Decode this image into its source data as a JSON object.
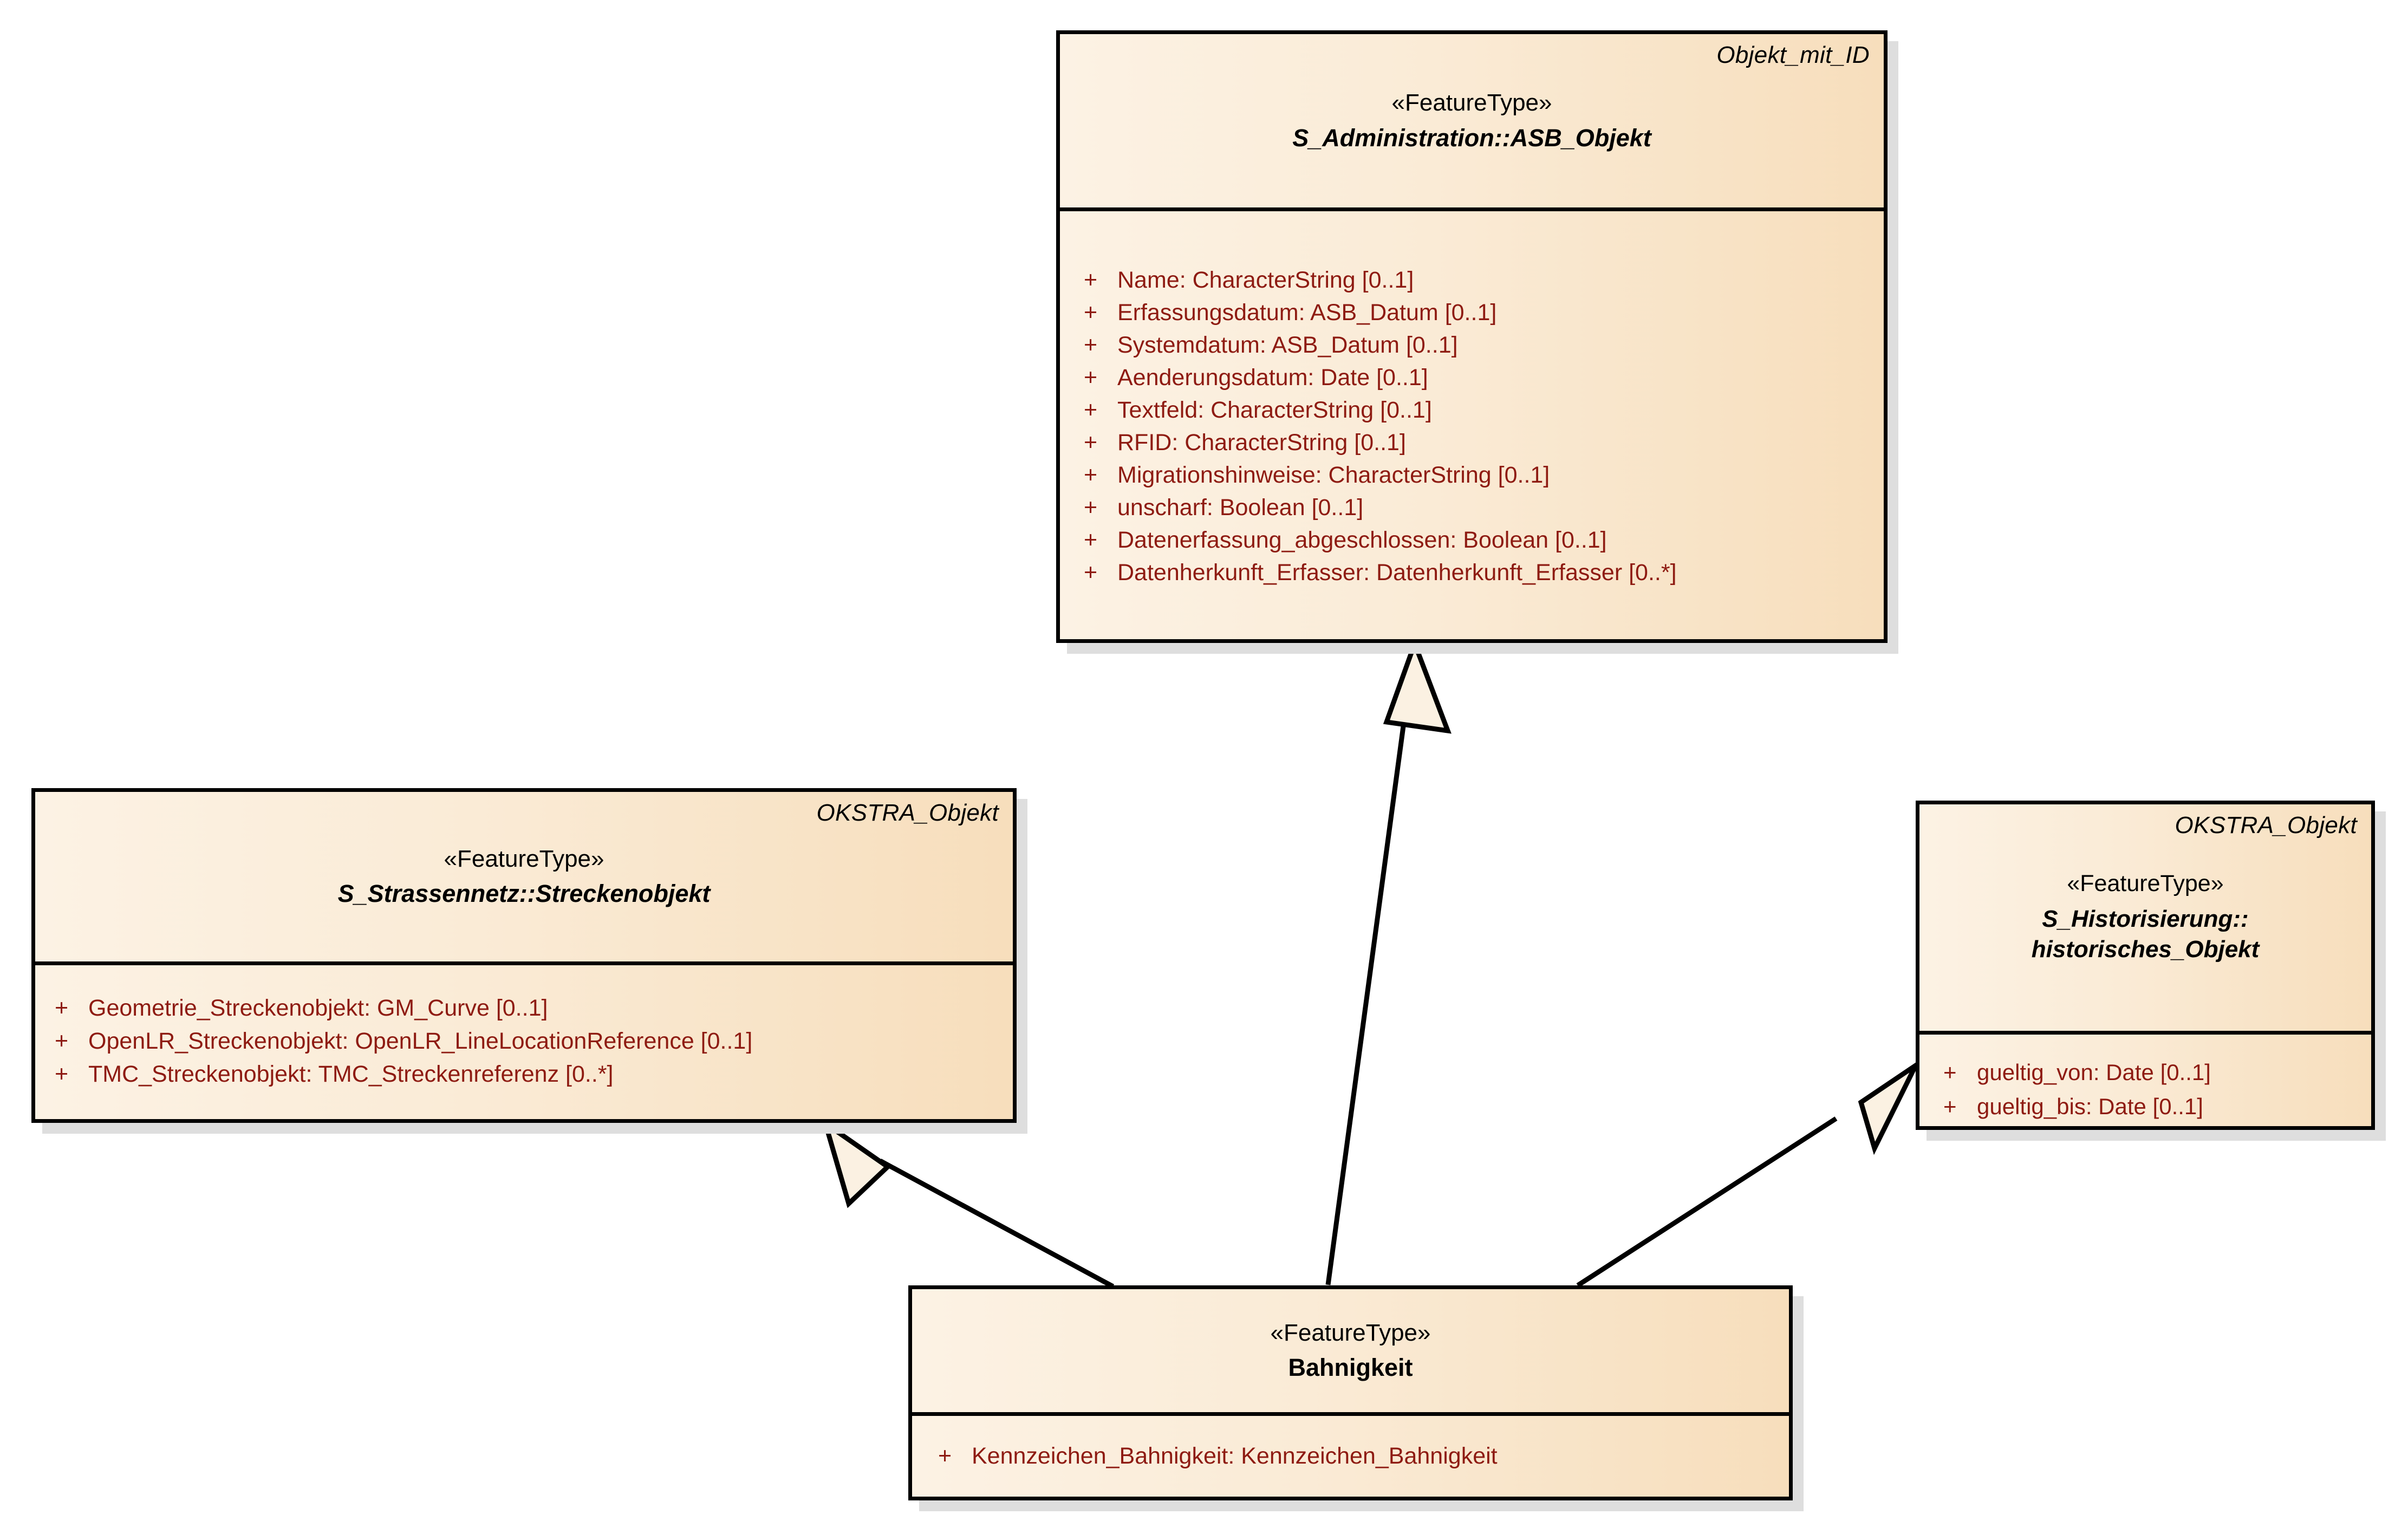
{
  "diagram": {
    "title": "Bahnigkeit - UML Klassendiagramm",
    "type": "uml-class-diagram",
    "notation": "UML generalization (hollow triangle)",
    "colors": {
      "fill_light": "#FCF2E4",
      "fill_dark": "#F7DEBC",
      "border": "#000000",
      "attribute_text": "#8E1B12",
      "class_text": "#000000",
      "shadow": "#DEDEDE",
      "background": "#FFFFFF"
    }
  },
  "classes": {
    "asb_objekt": {
      "package": "Objekt_mit_ID",
      "stereotype": "«FeatureType»",
      "name": "S_Administration::ASB_Objekt",
      "abstract": true,
      "attributes": [
        {
          "visibility": "+",
          "text": "Name: CharacterString [0..1]"
        },
        {
          "visibility": "+",
          "text": "Erfassungsdatum: ASB_Datum [0..1]"
        },
        {
          "visibility": "+",
          "text": "Systemdatum: ASB_Datum [0..1]"
        },
        {
          "visibility": "+",
          "text": "Aenderungsdatum: Date [0..1]"
        },
        {
          "visibility": "+",
          "text": "Textfeld: CharacterString [0..1]"
        },
        {
          "visibility": "+",
          "text": "RFID: CharacterString [0..1]"
        },
        {
          "visibility": "+",
          "text": "Migrationshinweise: CharacterString [0..1]"
        },
        {
          "visibility": "+",
          "text": "unscharf: Boolean [0..1]"
        },
        {
          "visibility": "+",
          "text": "Datenerfassung_abgeschlossen: Boolean [0..1]"
        },
        {
          "visibility": "+",
          "text": "Datenherkunft_Erfasser: Datenherkunft_Erfasser [0..*]"
        }
      ]
    },
    "streckenobjekt": {
      "package": "OKSTRA_Objekt",
      "stereotype": "«FeatureType»",
      "name": "S_Strassennetz::Streckenobjekt",
      "abstract": true,
      "attributes": [
        {
          "visibility": "+",
          "text": "Geometrie_Streckenobjekt: GM_Curve [0..1]"
        },
        {
          "visibility": "+",
          "text": "OpenLR_Streckenobjekt: OpenLR_LineLocationReference [0..1]"
        },
        {
          "visibility": "+",
          "text": "TMC_Streckenobjekt: TMC_Streckenreferenz [0..*]"
        }
      ]
    },
    "hist_objekt": {
      "package": "OKSTRA_Objekt",
      "stereotype": "«FeatureType»",
      "name_line1": "S_Historisierung::",
      "name_line2": "historisches_Objekt",
      "abstract": true,
      "attributes": [
        {
          "visibility": "+",
          "text": "gueltig_von: Date [0..1]"
        },
        {
          "visibility": "+",
          "text": "gueltig_bis: Date [0..1]"
        }
      ]
    },
    "bahnigkeit": {
      "package": "",
      "stereotype": "«FeatureType»",
      "name": "Bahnigkeit",
      "abstract": false,
      "attributes": [
        {
          "visibility": "+",
          "text": "Kennzeichen_Bahnigkeit: Kennzeichen_Bahnigkeit"
        }
      ]
    }
  },
  "relationships": [
    {
      "kind": "generalization",
      "from": "Bahnigkeit",
      "to": "S_Administration::ASB_Objekt"
    },
    {
      "kind": "generalization",
      "from": "Bahnigkeit",
      "to": "S_Strassennetz::Streckenobjekt"
    },
    {
      "kind": "generalization",
      "from": "Bahnigkeit",
      "to": "S_Historisierung::historisches_Objekt"
    }
  ]
}
